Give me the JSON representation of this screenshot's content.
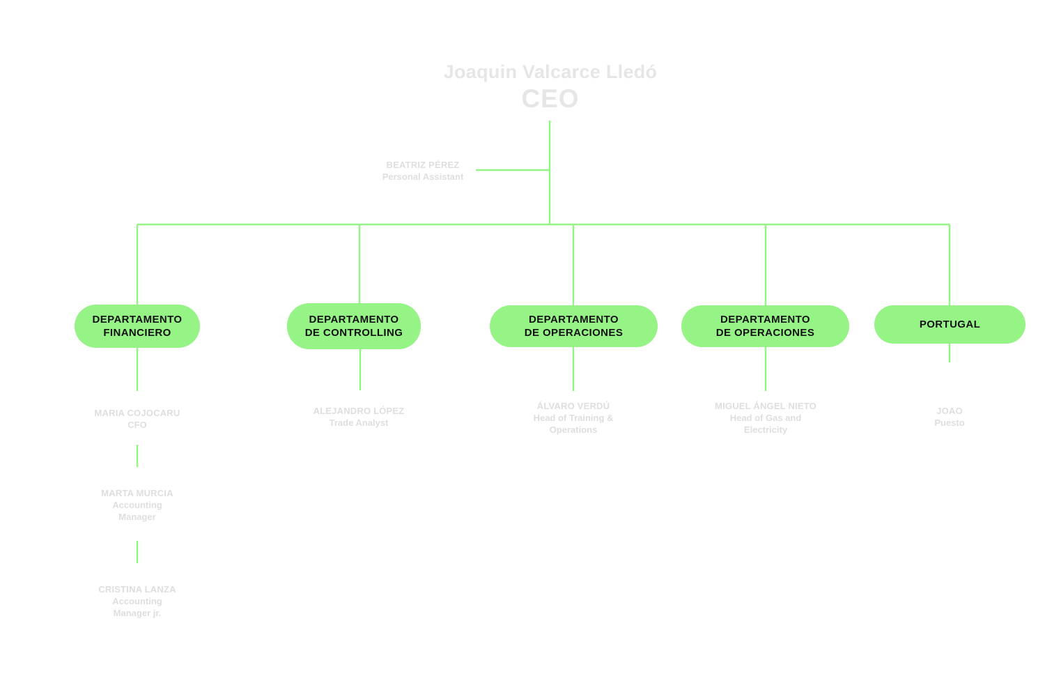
{
  "ceo": {
    "name": "Joaquin Valcarce Lledó",
    "title": "CEO"
  },
  "assistant": {
    "name": "BEATRIZ PÉREZ",
    "role": "Personal Assistant"
  },
  "departments": [
    {
      "label": "DEPARTAMENTO\nFINANCIERO",
      "people": [
        {
          "name": "MARIA COJOCARU",
          "role": "CFO"
        },
        {
          "name": "MARTA MURCIA",
          "role": "Accounting\nManager"
        },
        {
          "name": "CRISTINA LANZA",
          "role": "Accounting\nManager jr."
        }
      ]
    },
    {
      "label": "DEPARTAMENTO\nDE CONTROLLING",
      "people": [
        {
          "name": "ALEJANDRO LÓPEZ",
          "role": "Trade Analyst"
        }
      ]
    },
    {
      "label": "DEPARTAMENTO\nDE OPERACIONES",
      "people": [
        {
          "name": "ÁLVARO VERDÚ",
          "role": "Head of Training &\nOperations"
        }
      ]
    },
    {
      "label": "DEPARTAMENTO\nDE OPERACIONES",
      "people": [
        {
          "name": "MIGUEL ÁNGEL NIETO",
          "role": "Head of Gas and\nElectricity"
        }
      ]
    },
    {
      "label": "PORTUGAL",
      "people": [
        {
          "name": "JOAO",
          "role": "Puesto"
        }
      ]
    }
  ],
  "colors": {
    "accent": "#96f487",
    "muted_text": "#e0e0e0",
    "pill_text": "#111111"
  }
}
